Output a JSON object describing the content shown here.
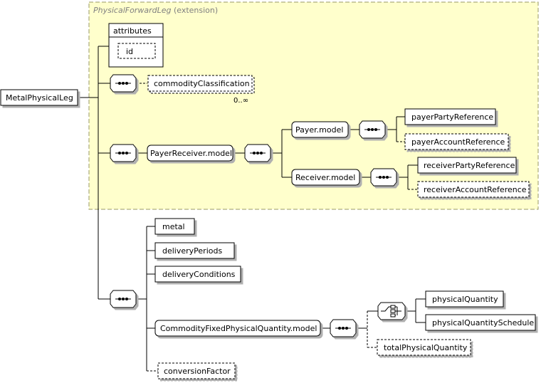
{
  "extension": {
    "type_name": "PhysicalForwardLeg",
    "suffix": "(extension)"
  },
  "root": "MetalPhysicalLeg",
  "attributes": {
    "label": "attributes",
    "id": "id"
  },
  "commodity_classification": {
    "label": "commodityClassification",
    "cardinality": "0..∞"
  },
  "payer_receiver_model": "PayerReceiver.model",
  "payer_model": "Payer.model",
  "receiver_model": "Receiver.model",
  "payer_party_reference": "payerPartyReference",
  "payer_account_reference": "payerAccountReference",
  "receiver_party_reference": "receiverPartyReference",
  "receiver_account_reference": "receiverAccountReference",
  "metal": "metal",
  "delivery_periods": "deliveryPeriods",
  "delivery_conditions": "deliveryConditions",
  "commodity_fixed_physical_quantity_model": "CommodityFixedPhysicalQuantity.model",
  "physical_quantity": "physicalQuantity",
  "physical_quantity_schedule": "physicalQuantitySchedule",
  "total_physical_quantity": "totalPhysicalQuantity",
  "conversion_factor": "conversionFactor",
  "colors": {
    "extension_fill": "#ffffcc",
    "extension_border": "#999966",
    "line": "#000000",
    "shadow": "#b0b0b0"
  }
}
